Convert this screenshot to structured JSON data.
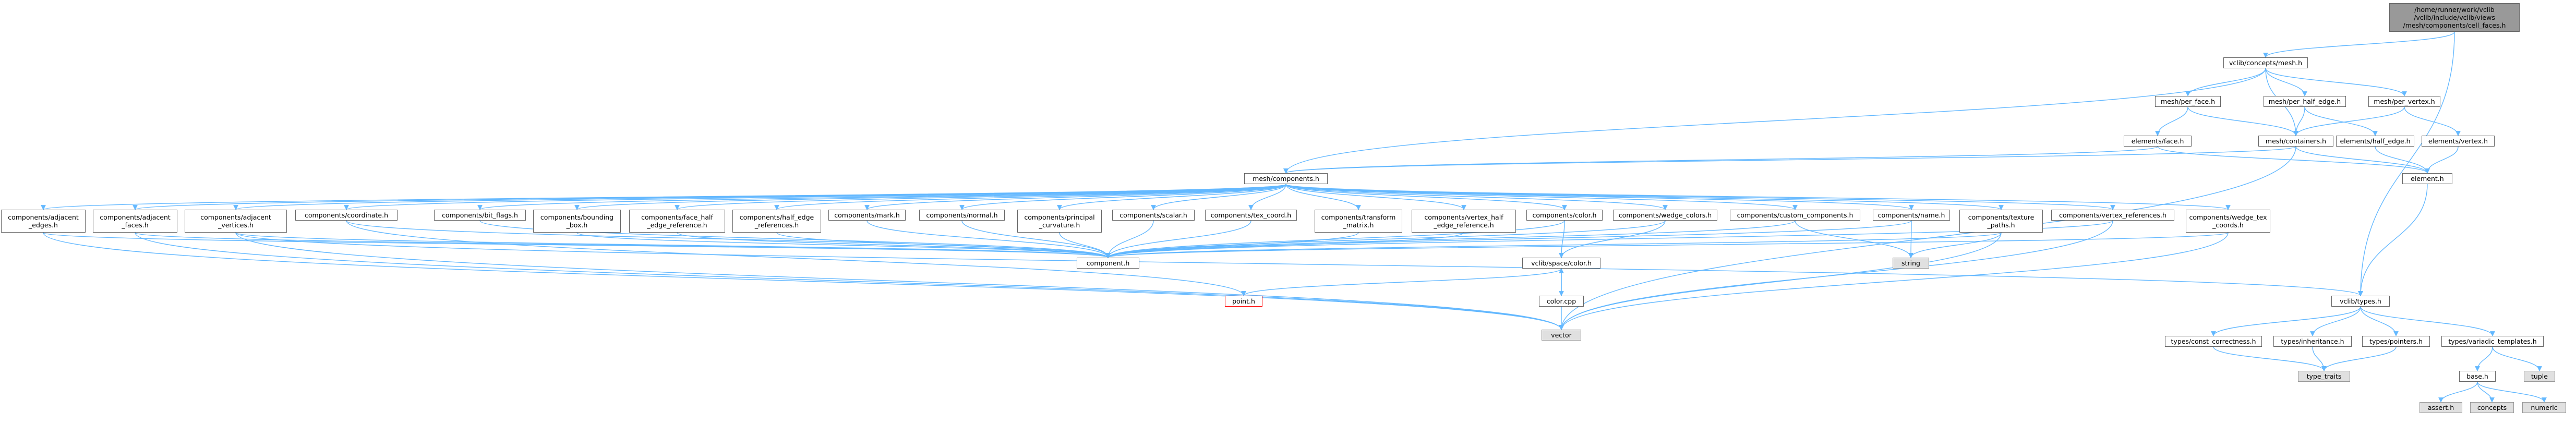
{
  "colors": {
    "edge": "#63b8ff",
    "node_border": "#666666",
    "root_fill": "#999999",
    "external_fill": "#e0e0e0",
    "missing_border": "#ff0000"
  },
  "nodes": {
    "root": "/home/runner/work/vclib\n/vclib/include/vclib/views\n/mesh/components/cell_faces.h",
    "concepts_mesh": "vclib/concepts/mesh.h",
    "per_face": "mesh/per_face.h",
    "per_half_edge": "mesh/per_half_edge.h",
    "per_vertex": "mesh/per_vertex.h",
    "el_face": "elements/face.h",
    "mesh_containers": "mesh/containers.h",
    "el_half_edge": "elements/half_edge.h",
    "el_vertex": "elements/vertex.h",
    "mesh_components": "mesh/components.h",
    "element": "element.h",
    "comp_adj_edges": "components/adjacent\n_edges.h",
    "comp_adj_faces": "components/adjacent\n_faces.h",
    "comp_adj_vertices": "components/adjacent\n_vertices.h",
    "comp_coordinate": "components/coordinate.h",
    "comp_bit_flags": "components/bit_flags.h",
    "comp_bounding_box": "components/bounding\n_box.h",
    "comp_face_half_edge": "components/face_half\n_edge_reference.h",
    "comp_half_edge_refs": "components/half_edge\n_references.h",
    "comp_mark": "components/mark.h",
    "comp_normal": "components/normal.h",
    "comp_principal_curv": "components/principal\n_curvature.h",
    "comp_scalar": "components/scalar.h",
    "comp_tex_coord": "components/tex_coord.h",
    "comp_transform": "components/transform\n_matrix.h",
    "comp_vertex_half_edge": "components/vertex_half\n_edge_reference.h",
    "comp_color": "components/color.h",
    "comp_wedge_colors": "components/wedge_colors.h",
    "comp_custom": "components/custom_components.h",
    "comp_name": "components/name.h",
    "comp_texture_paths": "components/texture\n_paths.h",
    "comp_vertex_refs": "components/vertex_references.h",
    "comp_wedge_tex": "components/wedge_tex\n_coords.h",
    "component": "component.h",
    "string": "string",
    "space_color": "vclib/space/color.h",
    "point": "point.h",
    "color_cpp": "color.cpp",
    "vector": "vector",
    "vclib_types": "vclib/types.h",
    "const_correct": "types/const_correctness.h",
    "inheritance": "types/inheritance.h",
    "pointers": "types/pointers.h",
    "variadic": "types/variadic_templates.h",
    "type_traits": "type_traits",
    "base": "base.h",
    "tuple": "tuple",
    "assert": "assert.h",
    "concepts": "concepts",
    "numeric": "numeric"
  }
}
